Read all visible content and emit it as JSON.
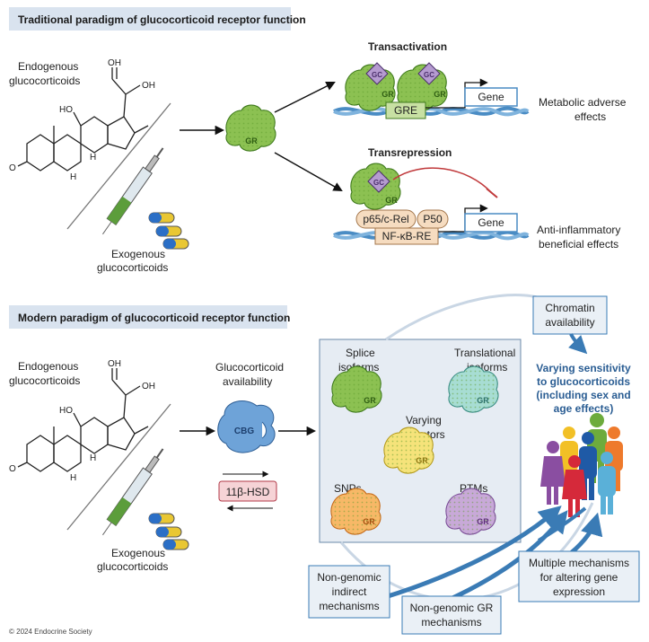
{
  "traditional": {
    "header": "Traditional paradigm of glucocorticoid receptor function",
    "endogenous_label": [
      "Endogenous",
      "glucocorticoids"
    ],
    "exogenous_label": [
      "Exogenous",
      "glucocorticoids"
    ],
    "receptor": "GR",
    "ligand": "GC",
    "transactivation": {
      "title": "Transactivation",
      "element": "GRE",
      "gene": "Gene",
      "effect": [
        "Metabolic adverse",
        "effects"
      ]
    },
    "transrepression": {
      "title": "Transrepression",
      "factor_left": "p65/c-Rel",
      "factor_right": "P50",
      "element": "NF-κB-RE",
      "gene": "Gene",
      "effect": [
        "Anti-inflammatory",
        "beneficial effects"
      ]
    }
  },
  "modern": {
    "header": "Modern paradigm of glucocorticoid receptor function",
    "endogenous_label": [
      "Endogenous",
      "glucocorticoids"
    ],
    "exogenous_label": [
      "Exogenous",
      "glucocorticoids"
    ],
    "availability": [
      "Glucocorticoid",
      "availability"
    ],
    "cbg": "CBG",
    "enzyme": "11β-HSD",
    "isoforms": {
      "splice": [
        "Splice",
        "isoforms"
      ],
      "translational": [
        "Translational",
        "isoforms"
      ],
      "cofactors": [
        "Varying",
        "cofactors"
      ],
      "snps": "SNPs",
      "ptms": "PTMs"
    },
    "chromatin": [
      "Chromatin",
      "availability"
    ],
    "sensitivity": [
      "Varying sensitivity",
      "to glucocorticoids",
      "(including sex and",
      "age effects)"
    ],
    "non_genomic_indirect": [
      "Non-genomic",
      "indirect",
      "mechanisms"
    ],
    "non_genomic_gr": [
      "Non-genomic GR",
      "mechanisms"
    ],
    "multiple": [
      "Multiple mechanisms",
      "for altering gene",
      "expression"
    ],
    "receptor": "GR"
  },
  "molecule_labels": {
    "oh": "OH",
    "ho": "HO",
    "o": "O",
    "h": "H"
  },
  "copyright": "© 2024 Endocrine Society",
  "colors": {
    "header_bg": "#d9e3ef",
    "gr_green": "#8cc152",
    "gr_dark": "#3f7a1d",
    "gc_purple": "#b59bd0",
    "dna_blue": "#4a8cc4",
    "arrow_blue": "#3a7bb5",
    "inhibit_red": "#c0393b",
    "panel_bg": "#e6ecf3"
  }
}
